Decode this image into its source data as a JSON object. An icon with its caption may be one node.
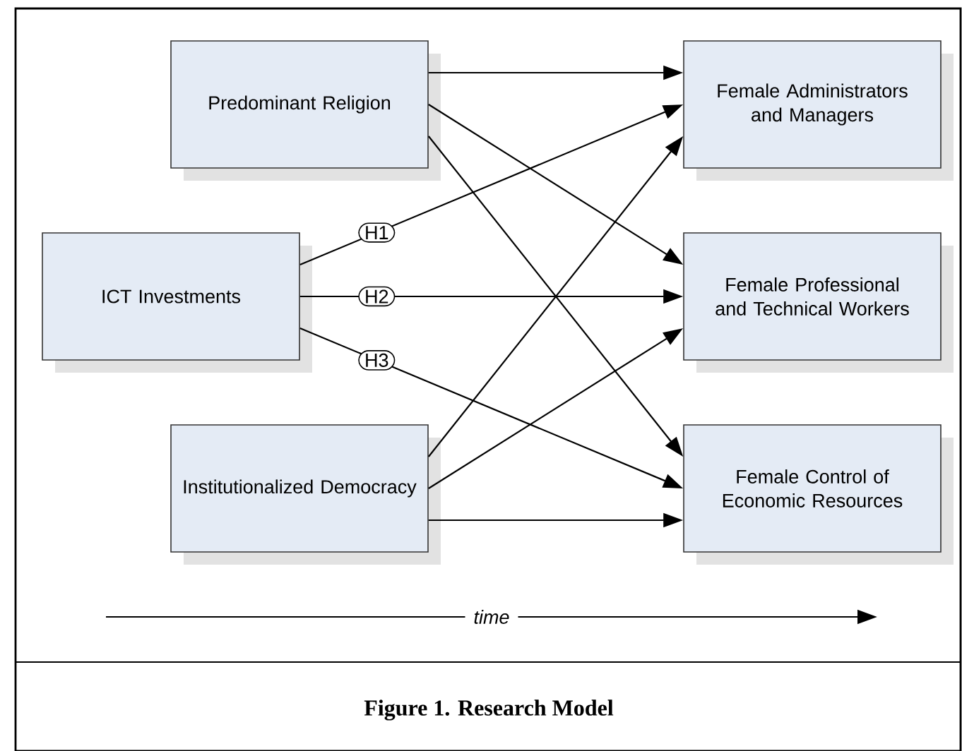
{
  "diagram": {
    "caption": "Figure 1.  Research Model",
    "nodes": [
      {
        "text": [
          "Predominant Religion"
        ]
      },
      {
        "text": [
          "ICT Investments"
        ]
      },
      {
        "text": [
          "Institutionalized Democracy"
        ]
      },
      {
        "text": [
          "Female Administrators and Managers"
        ]
      },
      {
        "text": [
          "Female Professional and Technical Workers"
        ]
      },
      {
        "text": [
          "Female Control of Economic Resources"
        ]
      }
    ],
    "edges": [
      {
        "from": 0,
        "to": 3,
        "arrow": "to"
      },
      {
        "from": 0,
        "to": 4,
        "arrow": "to"
      },
      {
        "from": 0,
        "to": 5,
        "arrow": "to"
      },
      {
        "from": 1,
        "to": 3,
        "arrow": "to",
        "label": "H1"
      },
      {
        "from": 1,
        "to": 4,
        "arrow": "to",
        "label": "H2"
      },
      {
        "from": 1,
        "to": 5,
        "arrow": "to",
        "label": "H3"
      },
      {
        "from": 2,
        "to": 3,
        "arrow": "to"
      },
      {
        "from": 2,
        "to": 4,
        "arrow": "to"
      },
      {
        "from": 2,
        "to": 5,
        "arrow": "to"
      }
    ],
    "labels": [
      "time"
    ]
  }
}
